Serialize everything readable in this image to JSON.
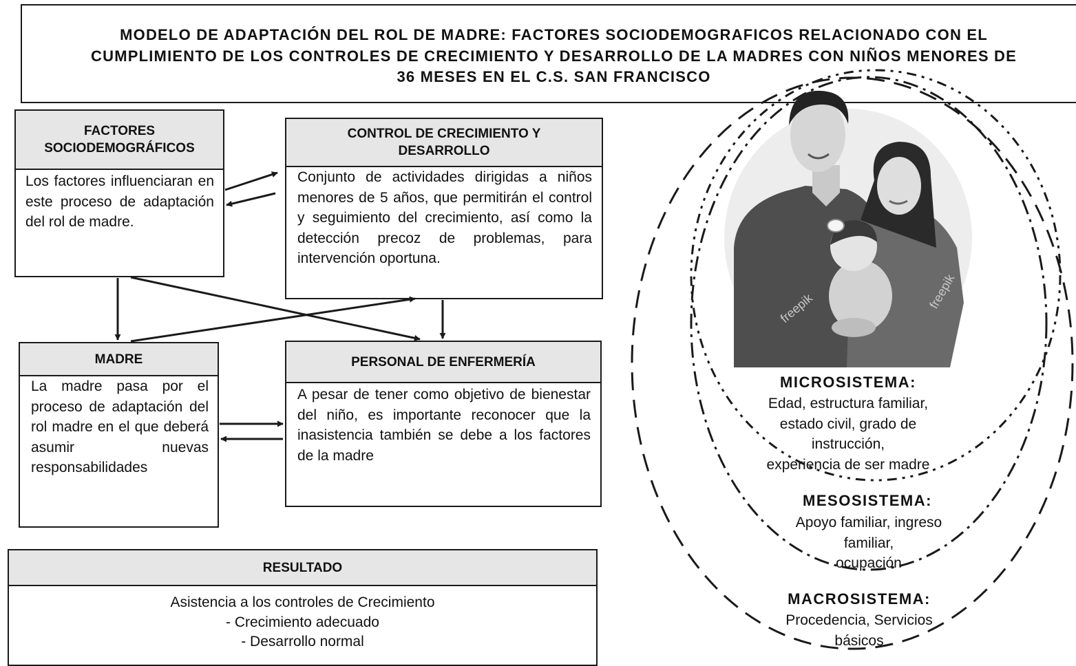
{
  "title": "MODELO DE ADAPTACIÓN DEL ROL DE MADRE: FACTORES SOCIODEMOGRAFICOS RELACIONADO CON EL\nCUMPLIMIENTO DE LOS CONTROLES DE CRECIMIENTO Y DESARROLLO DE LA MADRES CON NIÑOS MENORES DE\n36 MESES EN EL C.S. SAN FRANCISCO",
  "factores": {
    "header": "FACTORES SOCIODEMOGRÁFICOS",
    "text": "Los factores influenciaran en este proceso de adaptación del rol de madre."
  },
  "control": {
    "header": "CONTROL DE CRECIMIENTO Y DESARROLLO",
    "text": "Conjunto de actividades dirigidas a niños menores de 5 años, que permitirán el control y seguimiento del crecimiento, así como la detección precoz de problemas, para intervención oportuna."
  },
  "madre": {
    "header": "MADRE",
    "text": "La madre pasa por el proceso de adaptación del rol madre en el que deberá asumir nuevas responsabilidades"
  },
  "enfermeria": {
    "header": "PERSONAL DE ENFERMERÍA",
    "text": "A pesar de tener como objetivo de bienestar del niño, es importante reconocer que la inasistencia también se debe a los factores de la madre"
  },
  "resultado": {
    "header": "RESULTADO",
    "lines": [
      "Asistencia a los controles de Crecimiento",
      "- Crecimiento adecuado",
      "- Desarrollo normal"
    ]
  },
  "microsistema": {
    "title": "MICROSISTEMA:",
    "text": "Edad, estructura familiar,\nestado civil, grado de\ninstrucción,\nexperiencia de ser madre"
  },
  "mesosistema": {
    "title": "MESOSISTEMA:",
    "text": "Apoyo familiar, ingreso\nfamiliar,\nocupación"
  },
  "macrosistema": {
    "title": "MACROSISTEMA:",
    "text": "Procedencia, Servicios\nbásicos"
  },
  "watermark": "freepik",
  "colors": {
    "border": "#1a1a1a",
    "header_bg": "#e6e6e6"
  }
}
